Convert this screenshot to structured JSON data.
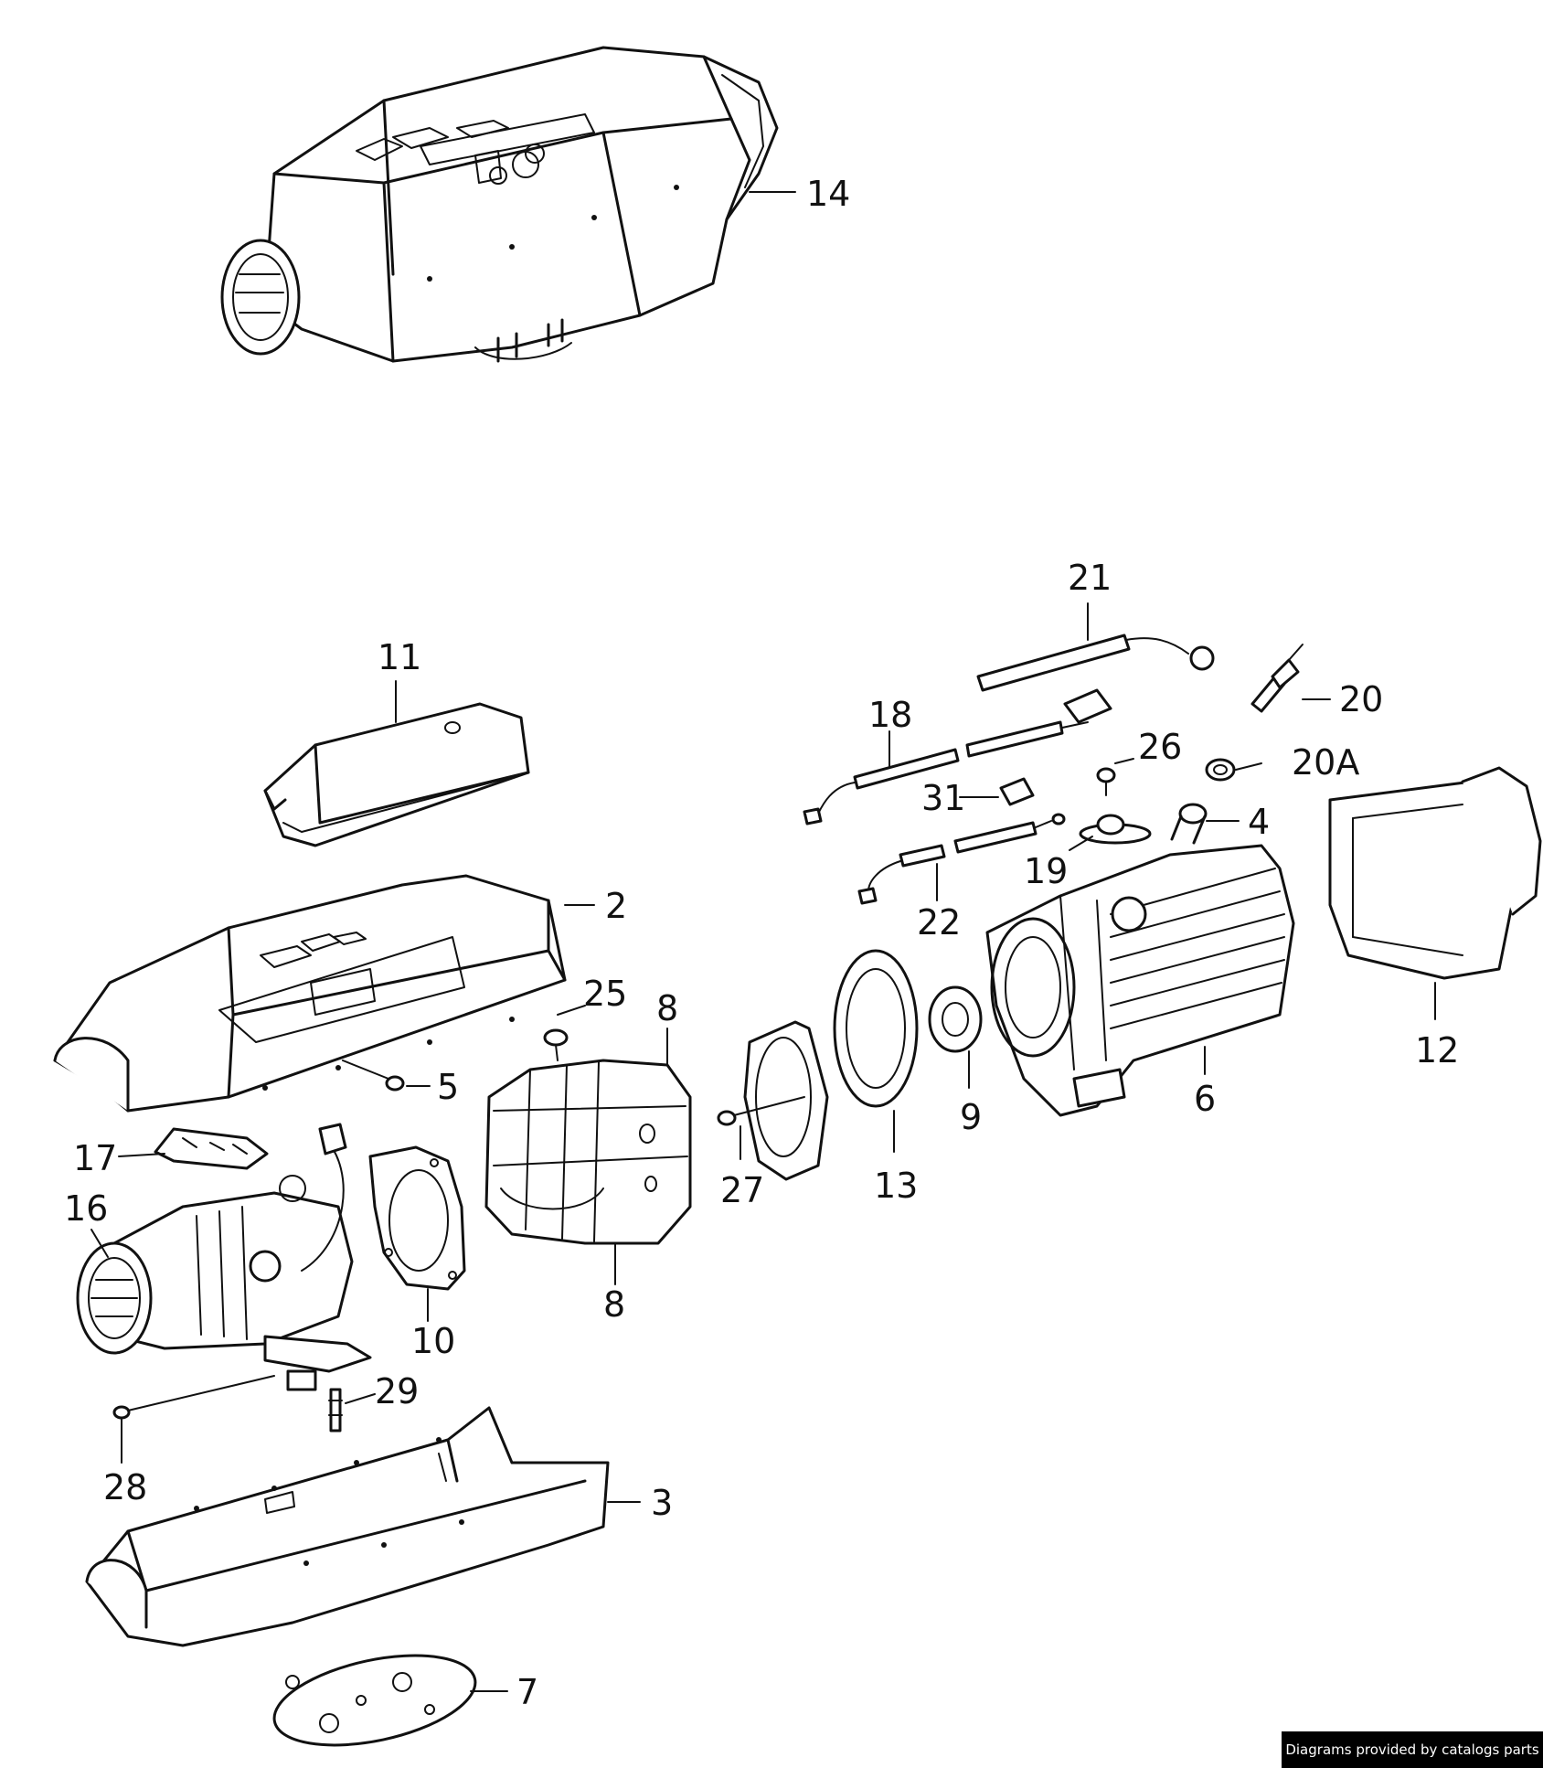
{
  "callouts": {
    "p14": "14",
    "p11": "11",
    "p2": "2",
    "p25": "25",
    "p8a": "8",
    "p5": "5",
    "p17": "17",
    "p16": "16",
    "p10": "10",
    "p8b": "8",
    "p29": "29",
    "p28": "28",
    "p3": "3",
    "p7": "7",
    "p21": "21",
    "p18": "18",
    "p20": "20",
    "p26": "26",
    "p20A": "20A",
    "p31": "31",
    "p4": "4",
    "p19": "19",
    "p22": "22",
    "p12": "12",
    "p6": "6",
    "p9": "9",
    "p13": "13",
    "p27": "27"
  },
  "footer": {
    "credit": "Diagrams provided by catalogs parts"
  }
}
